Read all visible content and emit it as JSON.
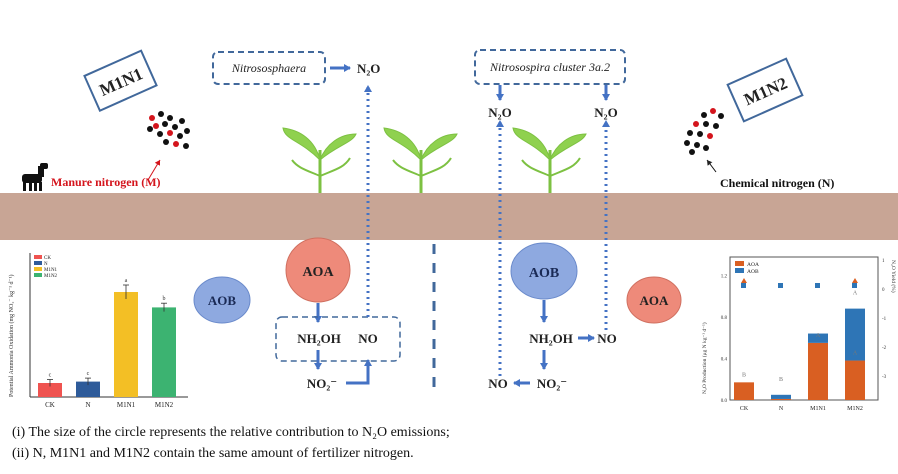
{
  "labels": {
    "m1n1_tag": "M1N1",
    "m1n2_tag": "M1N2",
    "manure": "Manure nitrogen (M)",
    "chemical": "Chemical nitrogen (N)",
    "nitrososphaera": "Nitrososphaera",
    "nitrosospira": "Nitrosospira cluster 3a.2",
    "n2o": "N₂O",
    "aoa": "AOA",
    "aob": "AOB",
    "nh2oh": "NH₂OH",
    "no": "NO",
    "no2": "NO₂⁻"
  },
  "notes": {
    "line1": "(i) The size of the circle represents the relative contribution to N₂O emissions;",
    "line2": "(ii) N, M1N1 and M1N2 contain the same amount of fertilizer nitrogen."
  },
  "colors": {
    "soil": "#c8a595",
    "dash_blue": "#41689b",
    "arrow_blue": "#4472c4",
    "aoa_fill": "#ee8a7a",
    "aob_fill": "#8ea9e0",
    "manure_red": "#d4141c",
    "plant_green": "#7dc142"
  },
  "chart_data": [
    {
      "type": "bar",
      "ylabel": "Potential Ammonia Oxidation (mg NO₂⁻ kg⁻¹ d⁻¹)",
      "legend": [
        "CK",
        "N",
        "M1N1",
        "M1N2"
      ],
      "categories": [
        "CK",
        "N",
        "M1N1",
        "M1N2"
      ],
      "values": [
        0.2,
        0.22,
        1.5,
        1.28
      ],
      "errors": [
        0.05,
        0.05,
        0.1,
        0.06
      ],
      "letters": [
        "c",
        "c",
        "a",
        "b"
      ],
      "bar_colors": [
        "#ef5350",
        "#2e5b9a",
        "#f3bf25",
        "#3cb371"
      ],
      "ylim": [
        0,
        2
      ]
    },
    {
      "type": "bar",
      "stacked": true,
      "ylabel": "N₂O Production (μg N kg⁻¹ d⁻¹)",
      "y2label": "N₂O Yield (%)",
      "categories": [
        "CK",
        "N",
        "M1N1",
        "M1N2"
      ],
      "series": [
        {
          "name": "AOA",
          "color": "#d95f22",
          "values": [
            0.17,
            0.01,
            0.55,
            0.38
          ]
        },
        {
          "name": "AOB",
          "color": "#2e75b6",
          "values": [
            0.0,
            0.04,
            0.09,
            0.5
          ]
        }
      ],
      "y_ticks": [
        "0.0",
        "0.4",
        "0.8",
        "1.2"
      ],
      "y2_ticks": [
        "1",
        "0",
        "-1",
        "-2",
        "-3"
      ],
      "ylim": [
        0,
        1.3
      ],
      "letters_aoa": [
        "B",
        "",
        "A",
        "A"
      ],
      "letters_aob": [
        "",
        "B",
        "",
        "A"
      ]
    }
  ]
}
